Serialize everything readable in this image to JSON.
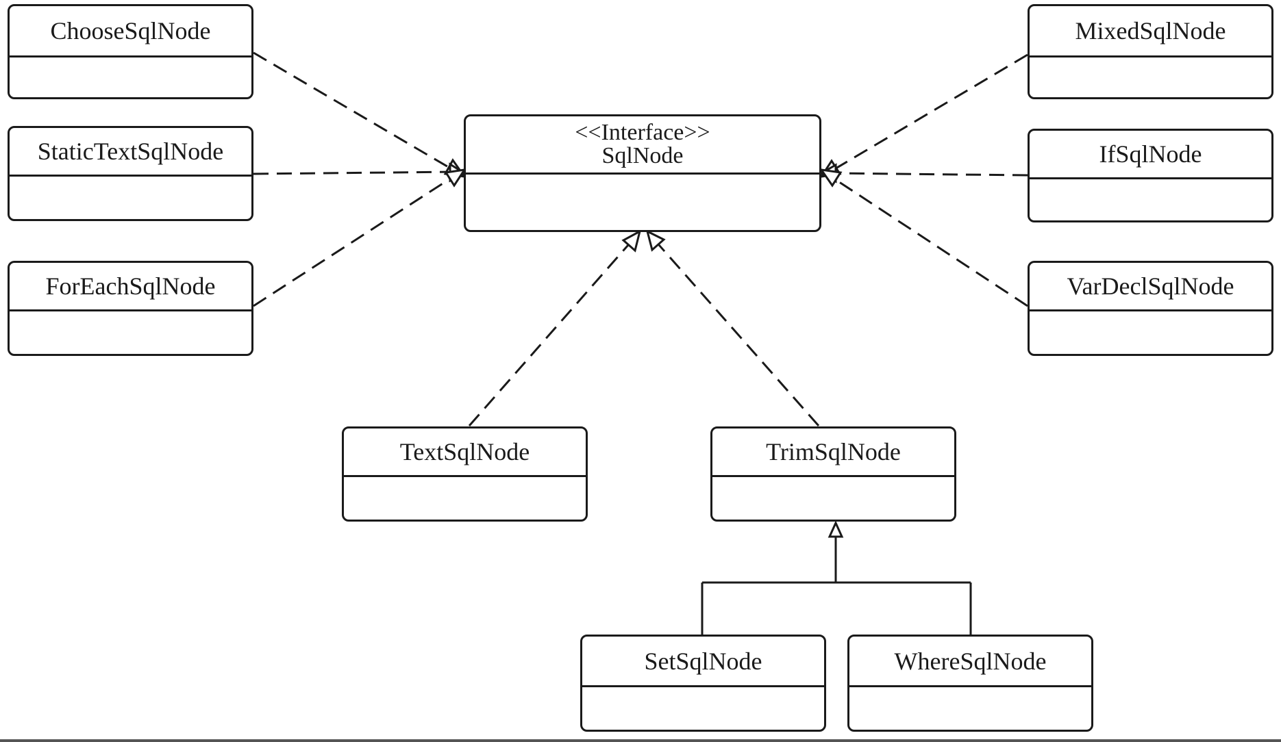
{
  "interface": {
    "stereotype": "<<Interface>>",
    "name": "SqlNode"
  },
  "classes": {
    "choose": "ChooseSqlNode",
    "static_text": "StaticTextSqlNode",
    "for_each": "ForEachSqlNode",
    "mixed": "MixedSqlNode",
    "if": "IfSqlNode",
    "var_decl": "VarDeclSqlNode",
    "text": "TextSqlNode",
    "trim": "TrimSqlNode",
    "set": "SetSqlNode",
    "where": "WhereSqlNode"
  },
  "relations": [
    {
      "from": "ChooseSqlNode",
      "to": "SqlNode",
      "kind": "realization"
    },
    {
      "from": "StaticTextSqlNode",
      "to": "SqlNode",
      "kind": "realization"
    },
    {
      "from": "ForEachSqlNode",
      "to": "SqlNode",
      "kind": "realization"
    },
    {
      "from": "MixedSqlNode",
      "to": "SqlNode",
      "kind": "realization"
    },
    {
      "from": "IfSqlNode",
      "to": "SqlNode",
      "kind": "realization"
    },
    {
      "from": "VarDeclSqlNode",
      "to": "SqlNode",
      "kind": "realization"
    },
    {
      "from": "TextSqlNode",
      "to": "SqlNode",
      "kind": "realization"
    },
    {
      "from": "TrimSqlNode",
      "to": "SqlNode",
      "kind": "realization"
    },
    {
      "from": "SetSqlNode",
      "to": "TrimSqlNode",
      "kind": "generalization"
    },
    {
      "from": "WhereSqlNode",
      "to": "TrimSqlNode",
      "kind": "generalization"
    }
  ],
  "colors": {
    "stroke": "#1a1a1a",
    "background": "#ffffff"
  }
}
